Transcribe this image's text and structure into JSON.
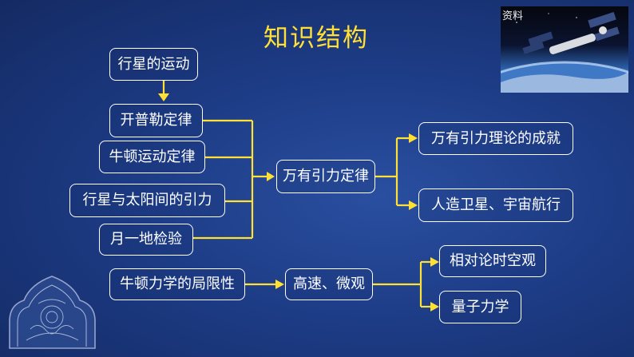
{
  "title": "知识结构",
  "photo_label": "资料",
  "nodes": {
    "planet_motion": "行星的运动",
    "kepler": "开普勒定律",
    "newton_motion": "牛顿运动定律",
    "planet_sun_gravity": "行星与太阳间的引力",
    "moon_earth_test": "月一地检验",
    "universal_gravitation": "万有引力定律",
    "achievements": "万有引力理论的成就",
    "satellites": "人造卫星、宇宙航行",
    "newton_limits": "牛顿力学的局限性",
    "high_speed_micro": "高速、微观",
    "relativity": "相对论时空观",
    "quantum": "量子力学"
  },
  "colors": {
    "title": "#ffe033",
    "connector": "#ffe033",
    "box_border": "#ffffff",
    "text": "#ffffff"
  }
}
